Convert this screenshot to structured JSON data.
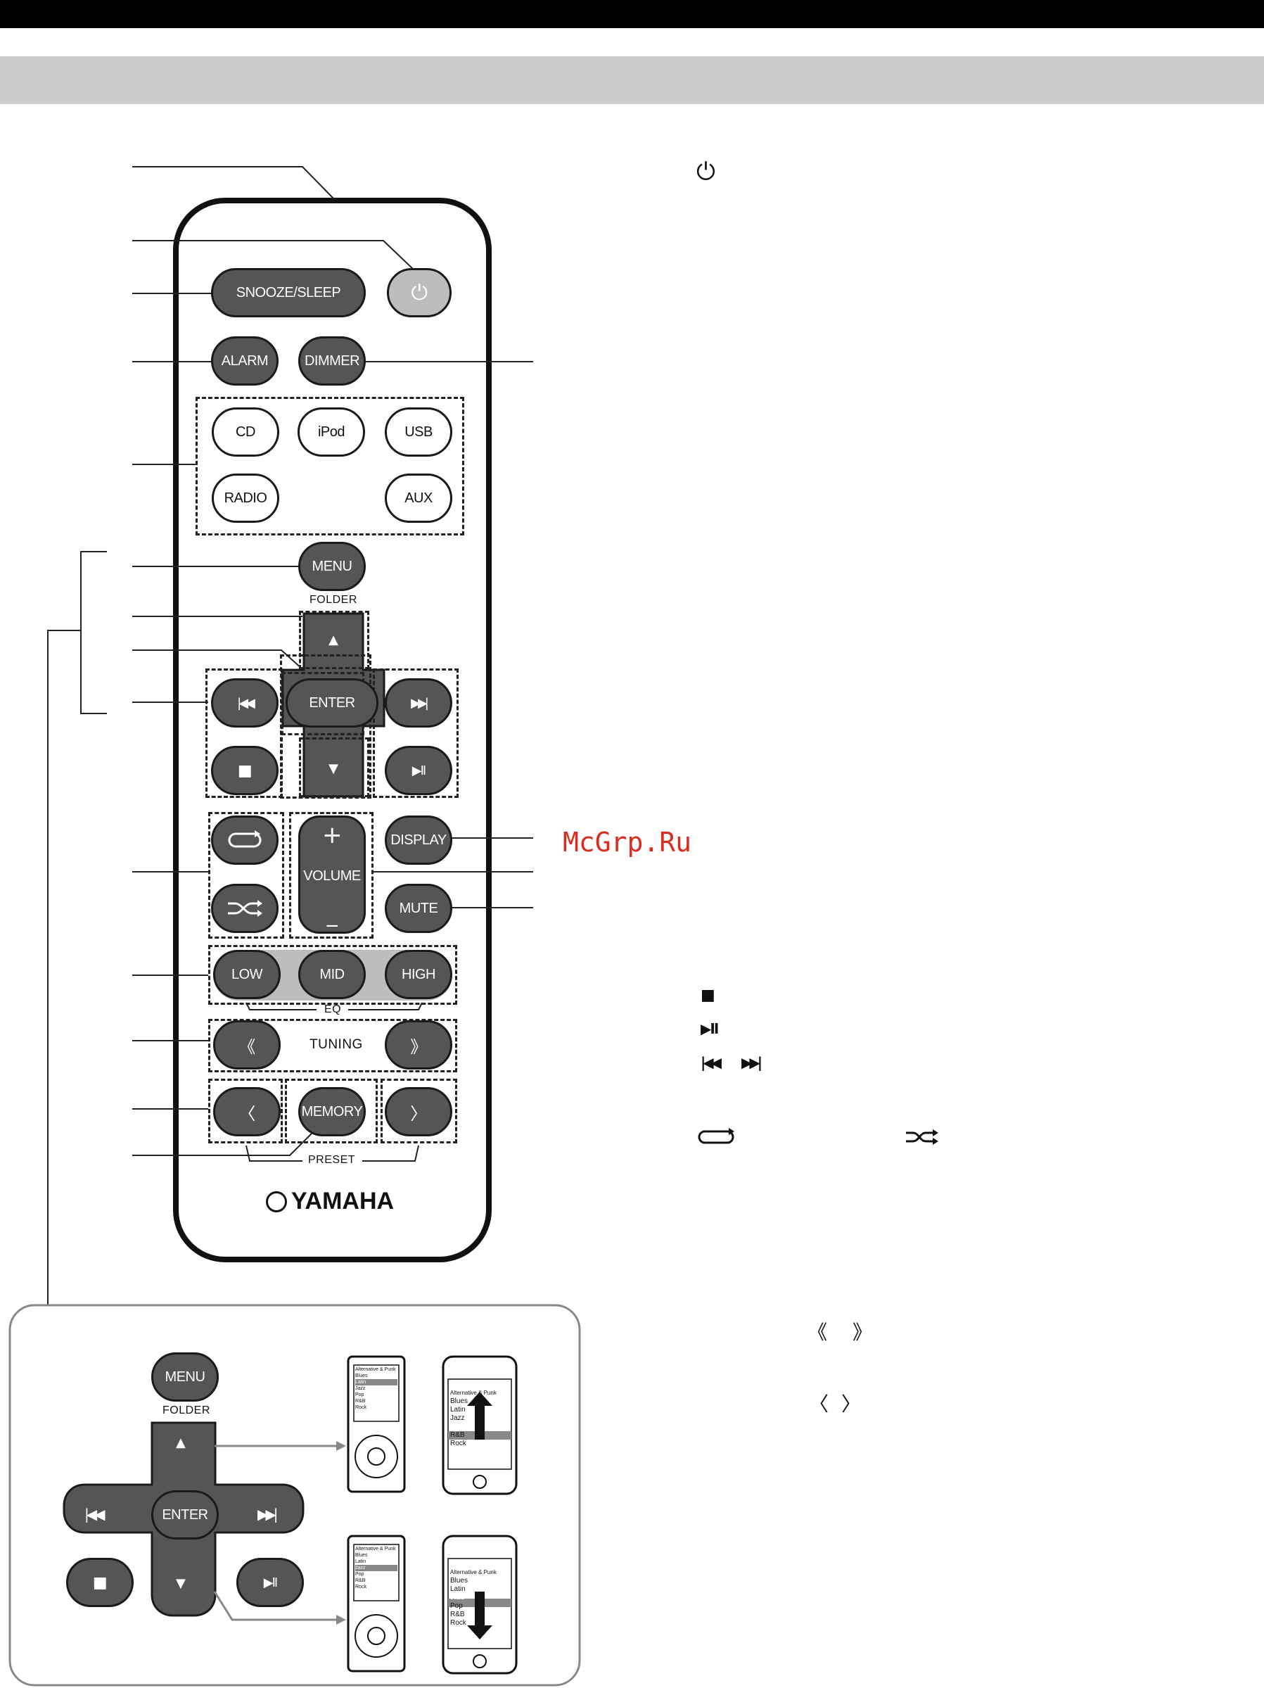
{
  "buttons": {
    "snooze_sleep": "SNOOZE/SLEEP",
    "alarm": "ALARM",
    "dimmer": "DIMMER",
    "cd": "CD",
    "ipod": "iPod",
    "usb": "USB",
    "radio": "RADIO",
    "aux": "AUX",
    "menu": "MENU",
    "enter": "ENTER",
    "display": "DISPLAY",
    "volume": "VOLUME",
    "mute": "MUTE",
    "low": "LOW",
    "mid": "MID",
    "high": "HIGH",
    "memory": "MEMORY",
    "plus": "+",
    "minus": "_"
  },
  "labels": {
    "folder": "FOLDER",
    "eq": "EQ",
    "tuning": "TUNING",
    "preset": "PRESET",
    "brand": "YAMAHA"
  },
  "watermark": "McGrp.Ru",
  "icons": {
    "power": "⏻",
    "prev": "|◀◀",
    "next": "▶▶|",
    "stop": "■",
    "play_pause": "▶II",
    "up": "▲",
    "down": "▼",
    "rewind": "《",
    "forward": "》",
    "preset_prev": "〈",
    "preset_next": "〉"
  },
  "inset": {
    "menu": "MENU",
    "folder": "FOLDER",
    "enter": "ENTER",
    "ipod_list": [
      "Alternative & Punk",
      "Blues",
      "Latin",
      "Jazz",
      "Pop",
      "R&B",
      "Rock"
    ]
  },
  "colors": {
    "button": "#555555",
    "button_light": "#bdbdbd",
    "watermark": "#d92d20"
  }
}
